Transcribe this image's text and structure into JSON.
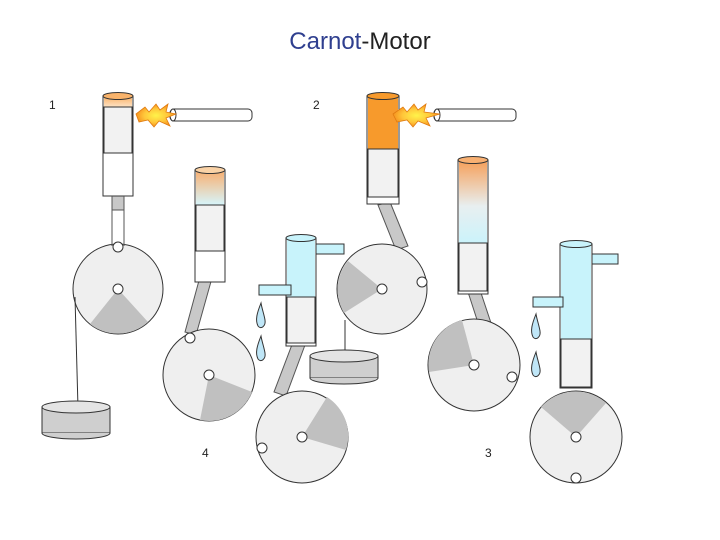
{
  "title": {
    "word1": "Carnot",
    "sep": "-",
    "word2": "Motor"
  },
  "step_labels": {
    "s1": "1",
    "s2": "2",
    "s3": "3",
    "s4": "4"
  },
  "colors": {
    "hot": "#f79a2c",
    "cold": "#c8f3fb",
    "wheel": "#efefef",
    "sector": "#c0c0c0",
    "rod": "#c8c8c8",
    "water": "#bfe6f7",
    "title_accent": "#2f3f8f"
  },
  "icons": [
    "flame-icon",
    "water-drop-icon",
    "weight-icon"
  ]
}
